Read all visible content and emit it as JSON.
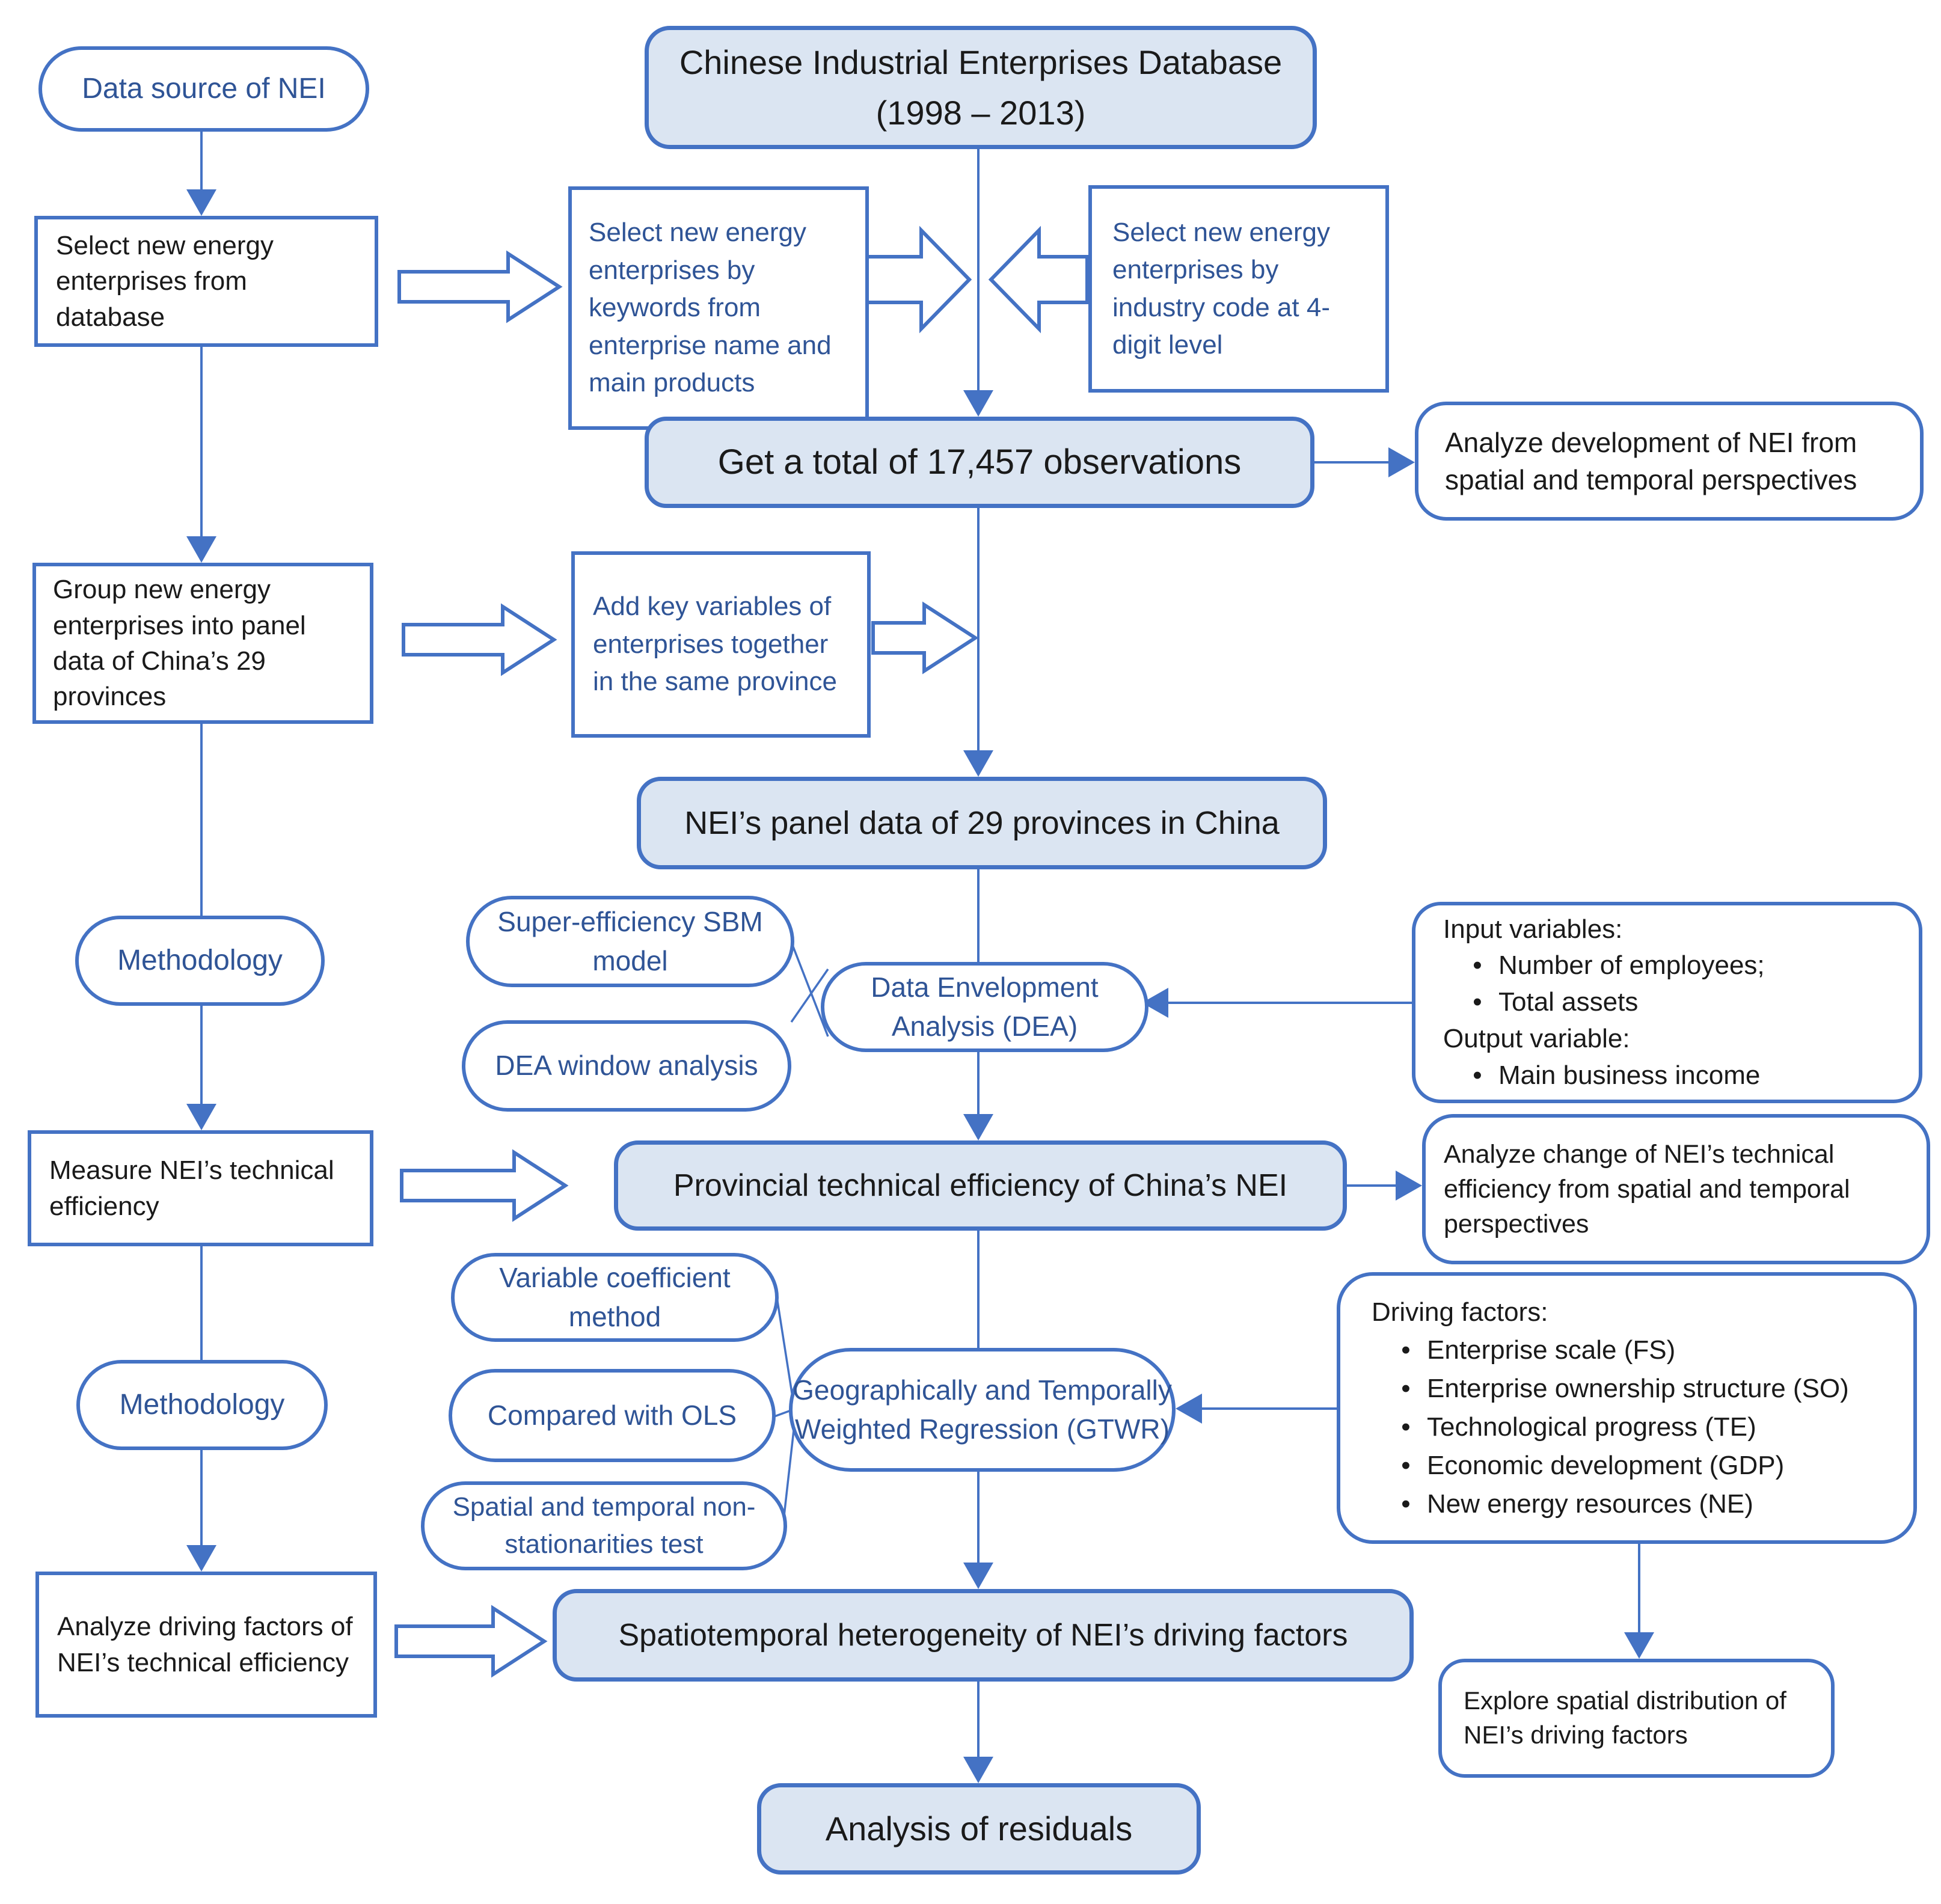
{
  "ui": {
    "bullet": "•"
  },
  "colors": {
    "border_blue": "#4472C4",
    "fill_light_blue": "#DBE5F2",
    "text_blue": "#2F5496",
    "text_black": "#1A1A1A",
    "background": "#FFFFFF"
  },
  "nodes": {
    "data_source": {
      "label": "Data source of NEI"
    },
    "database": {
      "line1": "Chinese Industrial Enterprises Database",
      "line2": "(1998 – 2013)"
    },
    "select_from_db": {
      "label": "Select new energy enterprises from database"
    },
    "select_by_keywords": {
      "label": "Select new energy enterprises by keywords from enterprise name and main products"
    },
    "select_by_industry_code": {
      "label": "Select new energy enterprises by industry code at 4-digit level"
    },
    "get_total": {
      "label": "Get a total of 17,457 observations"
    },
    "analyze_development": {
      "label": "Analyze development of NEI from spatial and temporal perspectives"
    },
    "group_into_panel": {
      "label": "Group new energy enterprises into panel data of China’s 29 provinces"
    },
    "add_key_variables": {
      "label": "Add key variables of enterprises together in the same province"
    },
    "nei_panel_data": {
      "label": "NEI’s panel data of 29 provinces in China"
    },
    "methodology_1": {
      "label": "Methodology"
    },
    "methodology_2": {
      "label": "Methodology"
    },
    "super_efficiency_sbm": {
      "label": "Super-efficiency SBM model"
    },
    "dea_window": {
      "label": "DEA window analysis"
    },
    "dea": {
      "label": "Data Envelopment Analysis (DEA)"
    },
    "input_output_variables": {
      "heading_input": "Input variables:",
      "input_items": [
        "Number of employees;",
        "Total assets"
      ],
      "heading_output": "Output variable:",
      "output_items": [
        "Main business income"
      ]
    },
    "measure_efficiency": {
      "label": "Measure NEI’s technical efficiency"
    },
    "provincial_efficiency": {
      "label": "Provincial technical efficiency of China’s NEI"
    },
    "analyze_change": {
      "label": "Analyze change of NEI’s technical efficiency from spatial and temporal perspectives"
    },
    "variable_coefficient": {
      "label": "Variable coefficient method"
    },
    "compared_with_ols": {
      "label": "Compared with OLS"
    },
    "spatial_temporal_test": {
      "label": "Spatial and temporal non-stationarities test"
    },
    "gtwr": {
      "label": "Geographically and Temporally Weighted Regression (GTWR)"
    },
    "driving_factors": {
      "heading": "Driving factors:",
      "items": [
        "Enterprise scale (FS)",
        "Enterprise ownership structure (SO)",
        "Technological progress (TE)",
        "Economic development (GDP)",
        "New energy resources (NE)"
      ]
    },
    "analyze_driving_factors": {
      "label": "Analyze driving factors of NEI’s technical efficiency"
    },
    "spatiotemporal_heterogeneity": {
      "label": "Spatiotemporal heterogeneity of NEI’s driving factors"
    },
    "explore_spatial": {
      "label": "Explore spatial distribution of NEI’s driving factors"
    },
    "analysis_residuals": {
      "label": "Analysis of residuals"
    }
  }
}
